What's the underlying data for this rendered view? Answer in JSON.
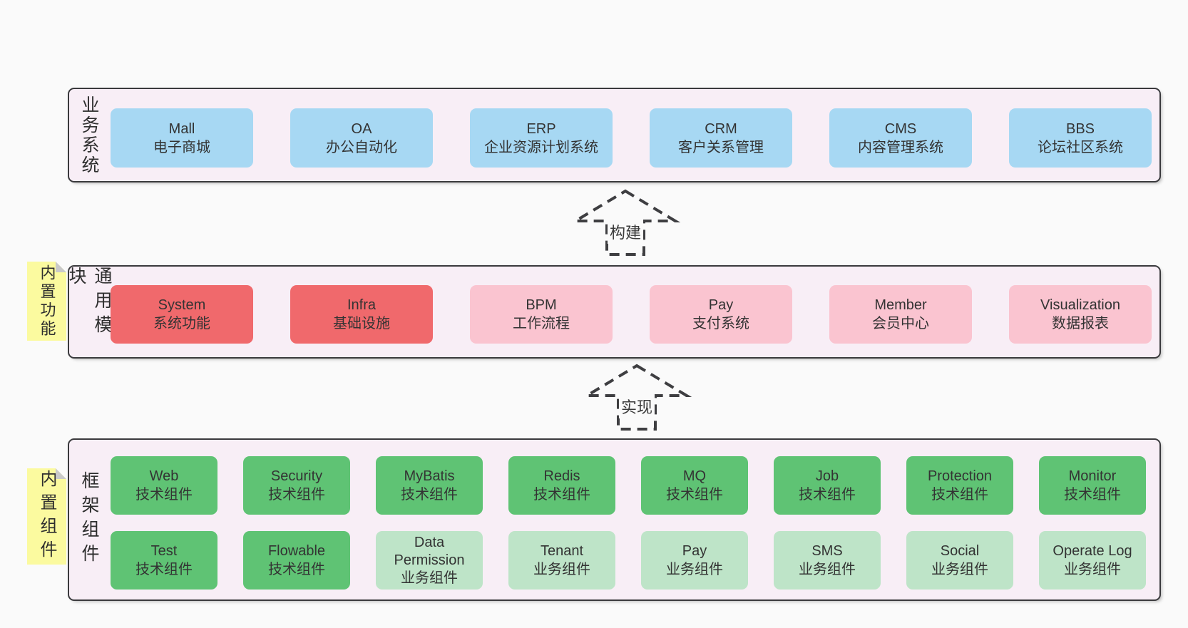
{
  "palette": {
    "page_bg": "#fafafa",
    "panel_bg": "#f8eef6",
    "panel_border": "#3a3a3d",
    "blue_node": "#a7d8f3",
    "red_node": "#f0696c",
    "pink_node": "#fac4d0",
    "green_node": "#5fc374",
    "light_green_node": "#bee4c8",
    "sticky_yellow": "#fbfa9f",
    "sticky_fold": "#c9c9c9",
    "arrow_stroke": "#3e3e41",
    "text": "#333333"
  },
  "layers": [
    {
      "label": "业务系统",
      "boxes": [
        {
          "name": "Mall",
          "subtitle": "电子商城"
        },
        {
          "name": "OA",
          "subtitle": "办公自动化"
        },
        {
          "name": "ERP",
          "subtitle": "企业资源计划系统"
        },
        {
          "name": "CRM",
          "subtitle": "客户关系管理"
        },
        {
          "name": "CMS",
          "subtitle": "内容管理系统"
        },
        {
          "name": "BBS",
          "subtitle": "论坛社区系统"
        }
      ]
    },
    {
      "label": "通用模块",
      "sticky": "内置功能",
      "boxes": [
        {
          "name": "System",
          "subtitle": "系统功能"
        },
        {
          "name": "Infra",
          "subtitle": "基础设施"
        },
        {
          "name": "BPM",
          "subtitle": "工作流程"
        },
        {
          "name": "Pay",
          "subtitle": "支付系统"
        },
        {
          "name": "Member",
          "subtitle": "会员中心"
        },
        {
          "name": "Visualization",
          "subtitle": "数据报表"
        }
      ]
    },
    {
      "label": "框架组件",
      "sticky": "内置组件",
      "rows": [
        [
          {
            "name": "Web",
            "subtitle": "技术组件"
          },
          {
            "name": "Security",
            "subtitle": "技术组件"
          },
          {
            "name": "MyBatis",
            "subtitle": "技术组件"
          },
          {
            "name": "Redis",
            "subtitle": "技术组件"
          },
          {
            "name": "MQ",
            "subtitle": "技术组件"
          },
          {
            "name": "Job",
            "subtitle": "技术组件"
          },
          {
            "name": "Protection",
            "subtitle": "技术组件"
          },
          {
            "name": "Monitor",
            "subtitle": "技术组件"
          }
        ],
        [
          {
            "name": "Test",
            "subtitle": "技术组件"
          },
          {
            "name": "Flowable",
            "subtitle": "技术组件"
          },
          {
            "name": "Data Permission",
            "subtitle": "业务组件"
          },
          {
            "name": "Tenant",
            "subtitle": "业务组件"
          },
          {
            "name": "Pay",
            "subtitle": "业务组件"
          },
          {
            "name": "SMS",
            "subtitle": "业务组件"
          },
          {
            "name": "Social",
            "subtitle": "业务组件"
          },
          {
            "name": "Operate Log",
            "subtitle": "业务组件"
          }
        ]
      ]
    }
  ],
  "arrows": [
    {
      "label": "构建"
    },
    {
      "label": "实现"
    }
  ]
}
